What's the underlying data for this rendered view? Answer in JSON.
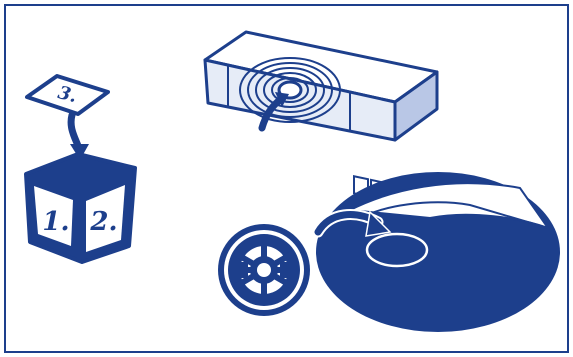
{
  "colors": {
    "primary": "#1d3f8c",
    "light": "#e6ecf7",
    "medium": "#b9c7e6",
    "background": "#ffffff"
  },
  "illustration": {
    "card": {
      "number_text": "3.",
      "icon": "card-icon"
    },
    "die": {
      "face_left_text": "1.",
      "face_right_text": "2.",
      "icon": "die-icon"
    },
    "device": {
      "icon": "hologram-projector-icon"
    },
    "token": {
      "icon": "imperial-emblem-icon"
    },
    "base": {
      "icon": "base-icon"
    }
  }
}
